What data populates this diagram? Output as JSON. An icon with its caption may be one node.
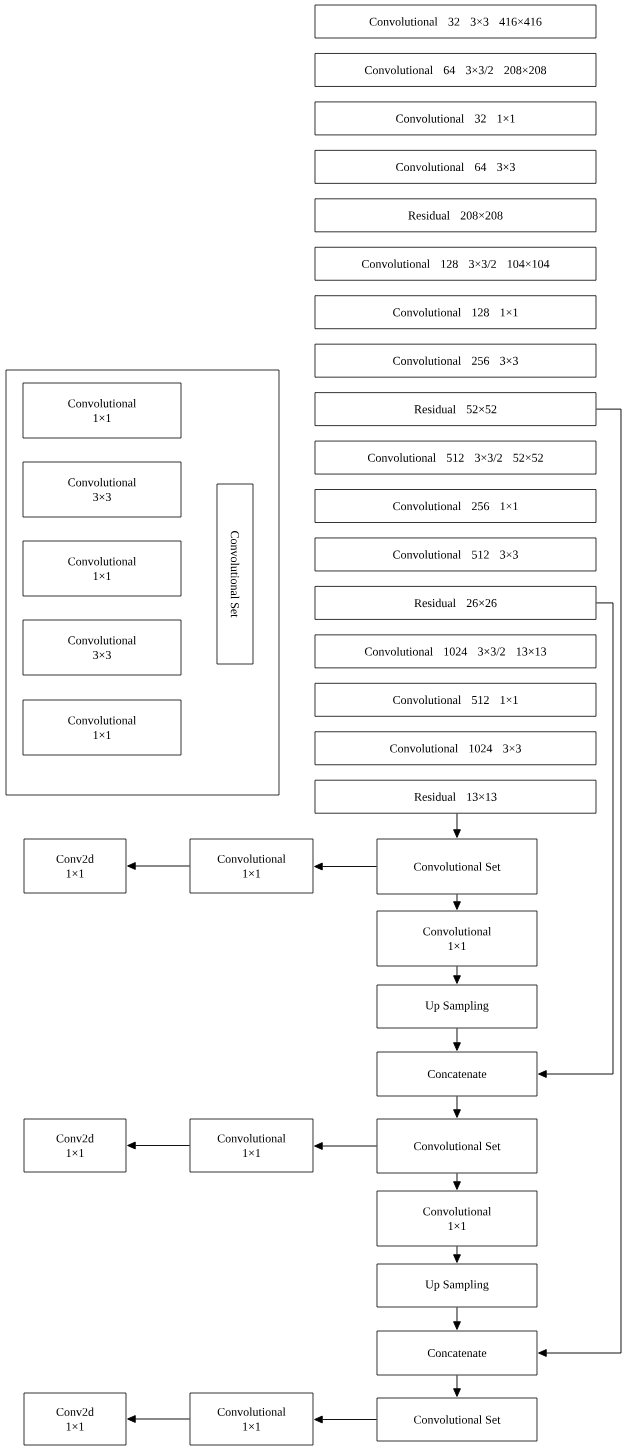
{
  "diagram": {
    "nodes": [
      {
        "text": [
          "Convolutional 32 3×3 416×416"
        ]
      },
      {
        "text": [
          "Convolutional 64 3×3/2 208×208"
        ]
      },
      {
        "text": [
          "Convolutional 32 1×1"
        ]
      },
      {
        "text": [
          "Convolutional 64 3×3"
        ]
      },
      {
        "text": [
          "Residual 208×208"
        ]
      },
      {
        "text": [
          "Convolutional 128 3×3/2 104×104"
        ]
      },
      {
        "text": [
          "Convolutional 128 1×1"
        ]
      },
      {
        "text": [
          "Convolutional 256 3×3"
        ]
      },
      {
        "text": [
          "Residual 52×52"
        ]
      },
      {
        "text": [
          "Convolutional 512 3×3/2 52×52"
        ]
      },
      {
        "text": [
          "Convolutional 256 1×1"
        ]
      },
      {
        "text": [
          "Convolutional 512 3×3"
        ]
      },
      {
        "text": [
          "Residual 26×26"
        ]
      },
      {
        "text": [
          "Convolutional 1024 3×3/2 13×13"
        ]
      },
      {
        "text": [
          "Convolutional 512 1×1"
        ]
      },
      {
        "text": [
          "Convolutional 1024 3×3"
        ]
      },
      {
        "text": [
          "Residual 13×13"
        ]
      },
      {
        "text": [],
        "shape": "box"
      },
      {
        "text": [
          "Convolutional 1×1"
        ],
        "in": 17
      },
      {
        "text": [
          "Convolutional 3×3"
        ],
        "in": 17
      },
      {
        "text": [
          "Convolutional 1×1"
        ],
        "in": 17
      },
      {
        "text": [
          "Convolutional 3×3"
        ],
        "in": 17
      },
      {
        "text": [
          "Convolutional 1×1"
        ],
        "in": 17
      },
      {
        "text": [
          "Convolutional Set"
        ],
        "in": 17
      },
      {
        "text": [
          "Convolutional Set"
        ]
      },
      {
        "text": [
          "Convolutional 1×1"
        ]
      },
      {
        "text": [
          "Up Sampling"
        ]
      },
      {
        "text": [
          "Concatenate"
        ]
      },
      {
        "text": [
          "Convolutional Set"
        ]
      },
      {
        "text": [
          "Convolutional 1×1"
        ]
      },
      {
        "text": [
          "Up Sampling"
        ]
      },
      {
        "text": [
          "Concatenate"
        ]
      },
      {
        "text": [
          "Convolutional Set"
        ]
      },
      {
        "text": [
          "Convolutional 1×1"
        ]
      },
      {
        "text": [
          "Conv2d 1×1"
        ]
      },
      {
        "text": [
          "Convolutional 1×1"
        ]
      },
      {
        "text": [
          "Conv2d 1×1"
        ]
      },
      {
        "text": [
          "Convolutional 1×1"
        ]
      },
      {
        "text": [
          "Conv2d 1×1"
        ]
      }
    ],
    "edges": [
      {
        "from": 16,
        "to": 24,
        "arrow": "to"
      },
      {
        "from": 24,
        "to": 25,
        "arrow": "to"
      },
      {
        "from": 25,
        "to": 26,
        "arrow": "to"
      },
      {
        "from": 26,
        "to": 27,
        "arrow": "to"
      },
      {
        "from": 27,
        "to": 28,
        "arrow": "to"
      },
      {
        "from": 28,
        "to": 29,
        "arrow": "to"
      },
      {
        "from": 29,
        "to": 30,
        "arrow": "to"
      },
      {
        "from": 30,
        "to": 31,
        "arrow": "to"
      },
      {
        "from": 31,
        "to": 32,
        "arrow": "to"
      },
      {
        "from": 24,
        "to": 33,
        "arrow": "to"
      },
      {
        "from": 33,
        "to": 34,
        "arrow": "to"
      },
      {
        "from": 28,
        "to": 35,
        "arrow": "to"
      },
      {
        "from": 35,
        "to": 36,
        "arrow": "to"
      },
      {
        "from": 32,
        "to": 37,
        "arrow": "to"
      },
      {
        "from": 37,
        "to": 38,
        "arrow": "to"
      },
      {
        "from": 12,
        "to": 27,
        "arrow": "to"
      },
      {
        "from": 8,
        "to": 31,
        "arrow": "to"
      }
    ]
  }
}
